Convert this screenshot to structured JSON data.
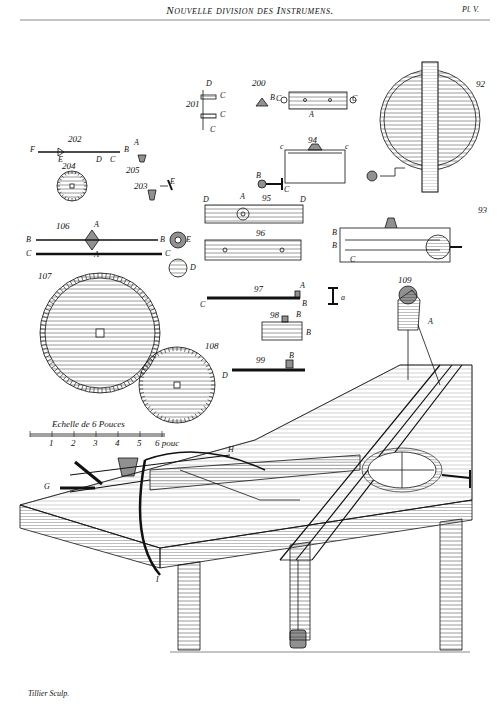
{
  "diagram": {
    "title": "Nouvelle division des Instrumens.",
    "labels": [
      "Pl. V.",
      "D",
      "201",
      "C",
      "C",
      "C",
      "200",
      "B",
      "C",
      "A",
      "C",
      "94",
      "c",
      "c",
      "92",
      "202",
      "F",
      "E",
      "D",
      "C",
      "B",
      "A",
      "205",
      "203",
      "E",
      "204",
      "B",
      "C",
      "95",
      "A",
      "D",
      "D",
      "93",
      "B",
      "B",
      "C",
      "106",
      "A",
      "B",
      "B",
      "A",
      "C",
      "C",
      "E",
      "D",
      "96",
      "97",
      "A",
      "C",
      "B",
      "a",
      "98",
      "B",
      "B",
      "99",
      "B",
      "D",
      "109",
      "A",
      "107",
      "108",
      "Echelle de 6 Pouces",
      "1",
      "2",
      "3",
      "4",
      "5",
      "6 pouc",
      "H",
      "G",
      "I",
      "Tillier Sculp."
    ]
  }
}
